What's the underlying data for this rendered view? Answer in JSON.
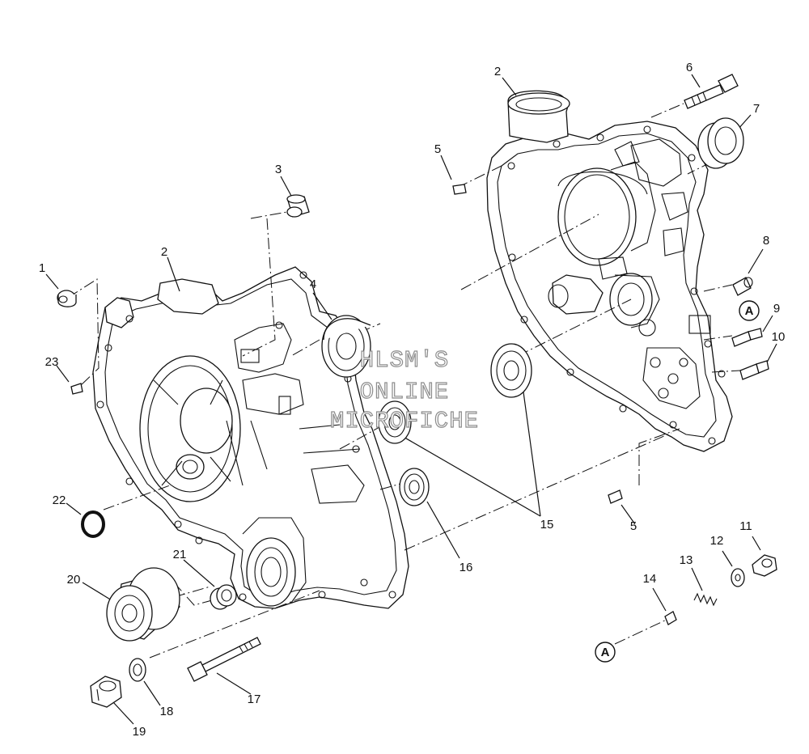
{
  "callouts": [
    {
      "id": "c1",
      "text": "1"
    },
    {
      "id": "c2a",
      "text": "2"
    },
    {
      "id": "c2b",
      "text": "2"
    },
    {
      "id": "c3",
      "text": "3"
    },
    {
      "id": "c4",
      "text": "4"
    },
    {
      "id": "c5a",
      "text": "5"
    },
    {
      "id": "c5b",
      "text": "5"
    },
    {
      "id": "c6",
      "text": "6"
    },
    {
      "id": "c7",
      "text": "7"
    },
    {
      "id": "c8",
      "text": "8"
    },
    {
      "id": "c9",
      "text": "9"
    },
    {
      "id": "c10",
      "text": "10"
    },
    {
      "id": "c11",
      "text": "11"
    },
    {
      "id": "c12",
      "text": "12"
    },
    {
      "id": "c13",
      "text": "13"
    },
    {
      "id": "c14",
      "text": "14"
    },
    {
      "id": "c15",
      "text": "15"
    },
    {
      "id": "c16",
      "text": "16"
    },
    {
      "id": "c17",
      "text": "17"
    },
    {
      "id": "c18",
      "text": "18"
    },
    {
      "id": "c19",
      "text": "19"
    },
    {
      "id": "c20",
      "text": "20"
    },
    {
      "id": "c21",
      "text": "21"
    },
    {
      "id": "c22",
      "text": "22"
    },
    {
      "id": "c23",
      "text": "23"
    }
  ],
  "reference_marks": {
    "a_upper": "A",
    "a_lower": "A"
  },
  "watermark": {
    "line1": "HLSM'S",
    "line2": "ONLINE",
    "line3": "MICROFICHE"
  }
}
